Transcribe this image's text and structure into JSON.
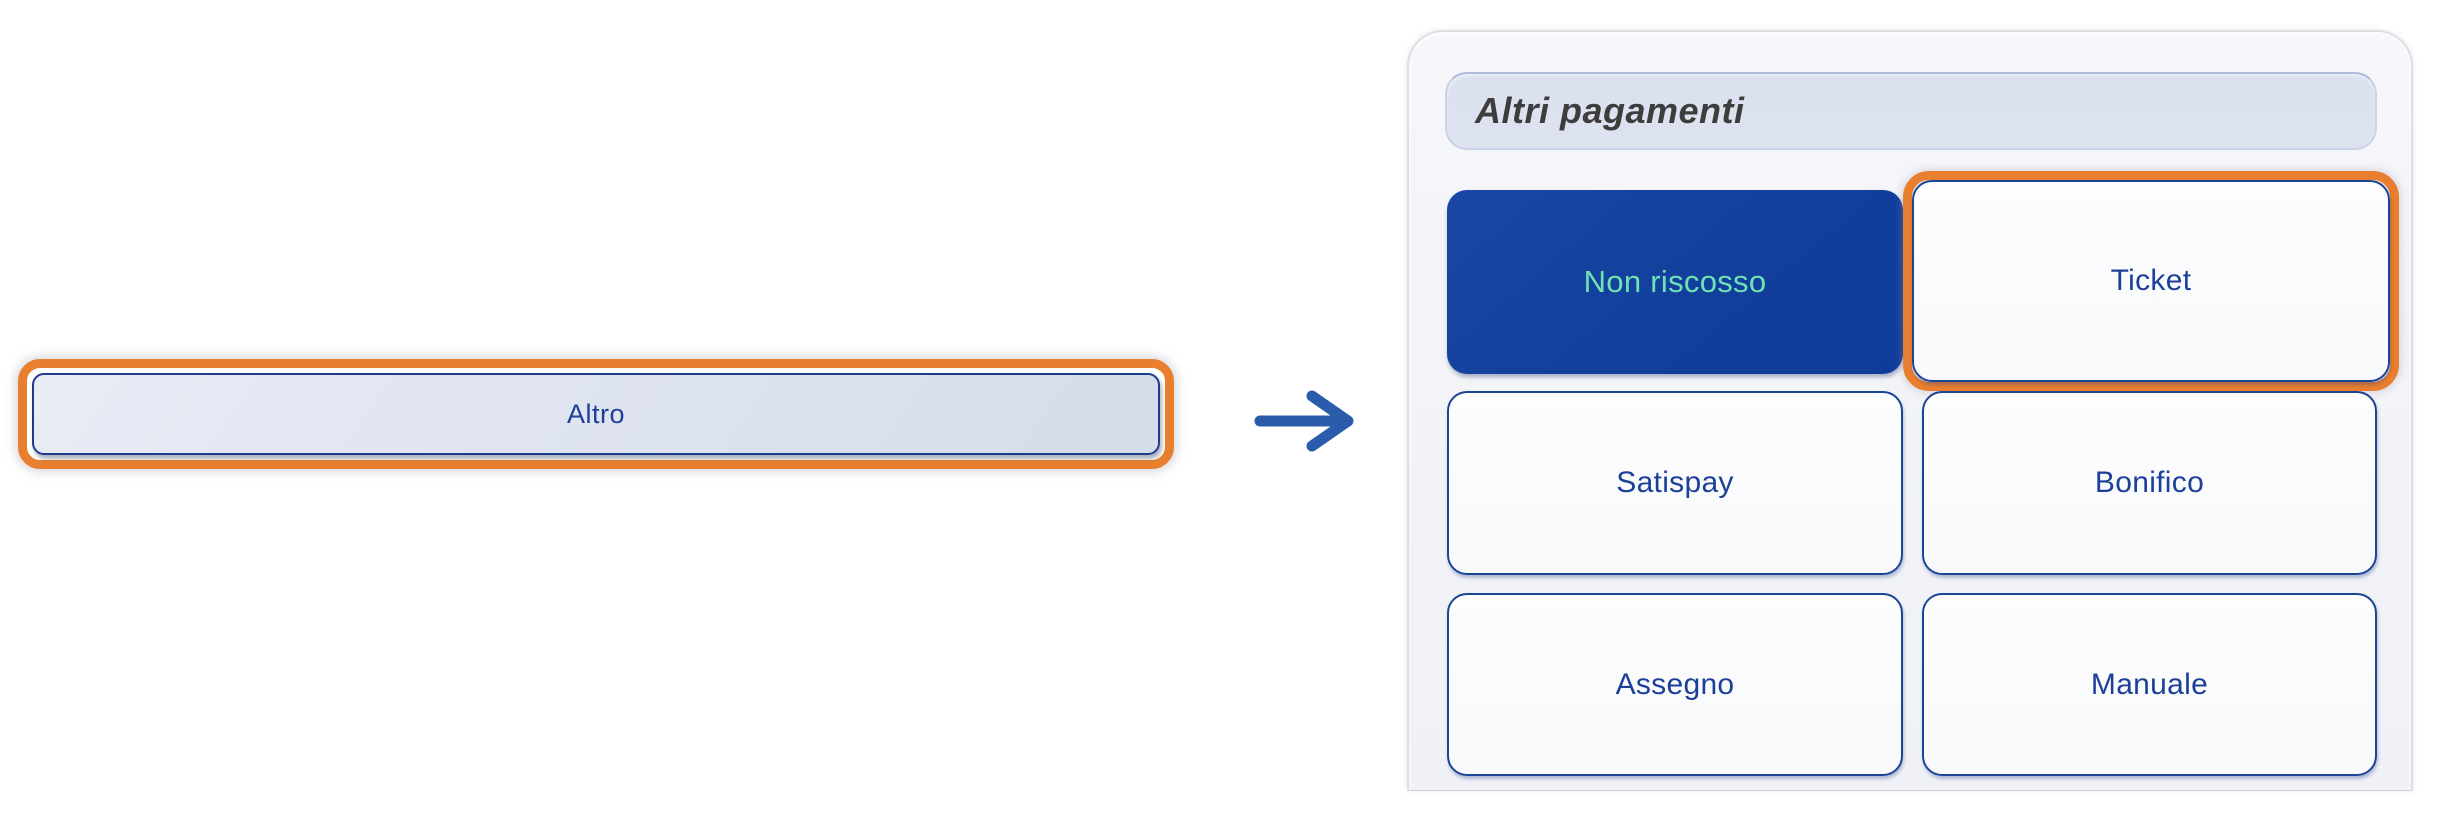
{
  "source_button": {
    "label": "Altro"
  },
  "arrow": {
    "icon": "right-arrow",
    "color": "#2b5cab"
  },
  "panel": {
    "title": "Altri pagamenti",
    "buttons": [
      {
        "label": "Non riscosso",
        "state": "selected"
      },
      {
        "label": "Ticket",
        "state": "default",
        "annotated": true
      },
      {
        "label": "Satispay",
        "state": "default"
      },
      {
        "label": "Bonifico",
        "state": "default"
      },
      {
        "label": "Assegno",
        "state": "default"
      },
      {
        "label": "Manuale",
        "state": "default"
      }
    ]
  },
  "annotation": {
    "highlight_color": "#e87e2e",
    "meaning": "click-target highlight"
  },
  "colors": {
    "selected_button_bg": "#123f9c",
    "selected_button_text": "#6fe2b4",
    "button_border": "#1d4596",
    "button_text": "#1c3f97",
    "panel_bg": "#f2f3f7",
    "header_bg": "#dce2ef",
    "header_text": "#3d3d3d"
  }
}
